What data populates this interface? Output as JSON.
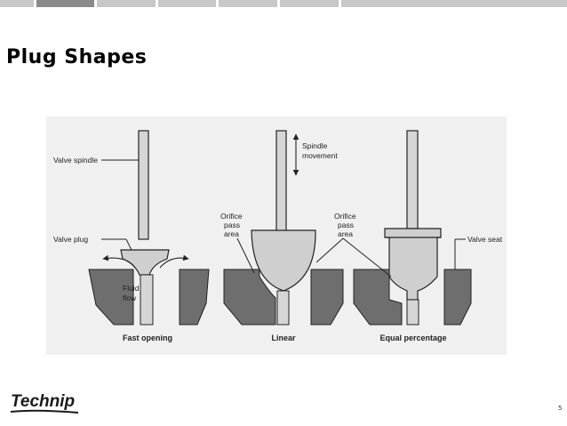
{
  "slide": {
    "title": "Plug Shapes",
    "page_number": "5",
    "logo_text": "Technip"
  },
  "diagram": {
    "labels": {
      "valve_spindle": "Valve spindle",
      "valve_plug": "Valve plug",
      "fluid_flow_1": "Fluid",
      "fluid_flow_2": "flow",
      "spindle_movement_1": "Spindle",
      "spindle_movement_2": "movement",
      "orifice_left_1": "Orifice",
      "orifice_left_2": "pass",
      "orifice_left_3": "area",
      "orifice_right_1": "Orifice",
      "orifice_right_2": "pass",
      "orifice_right_3": "area",
      "valve_seat": "Valve seat"
    },
    "captions": [
      "Fast opening",
      "Linear",
      "Equal percentage"
    ]
  },
  "colors": {
    "figure_bg": "#f0f0f0",
    "seat_fill": "#6e6e6e",
    "plug_fill": "#cfcfcf",
    "spindle_fill": "#d6d6d6",
    "topbar": "#c8c8c8",
    "topbar_dark": "#8a8a8a"
  }
}
